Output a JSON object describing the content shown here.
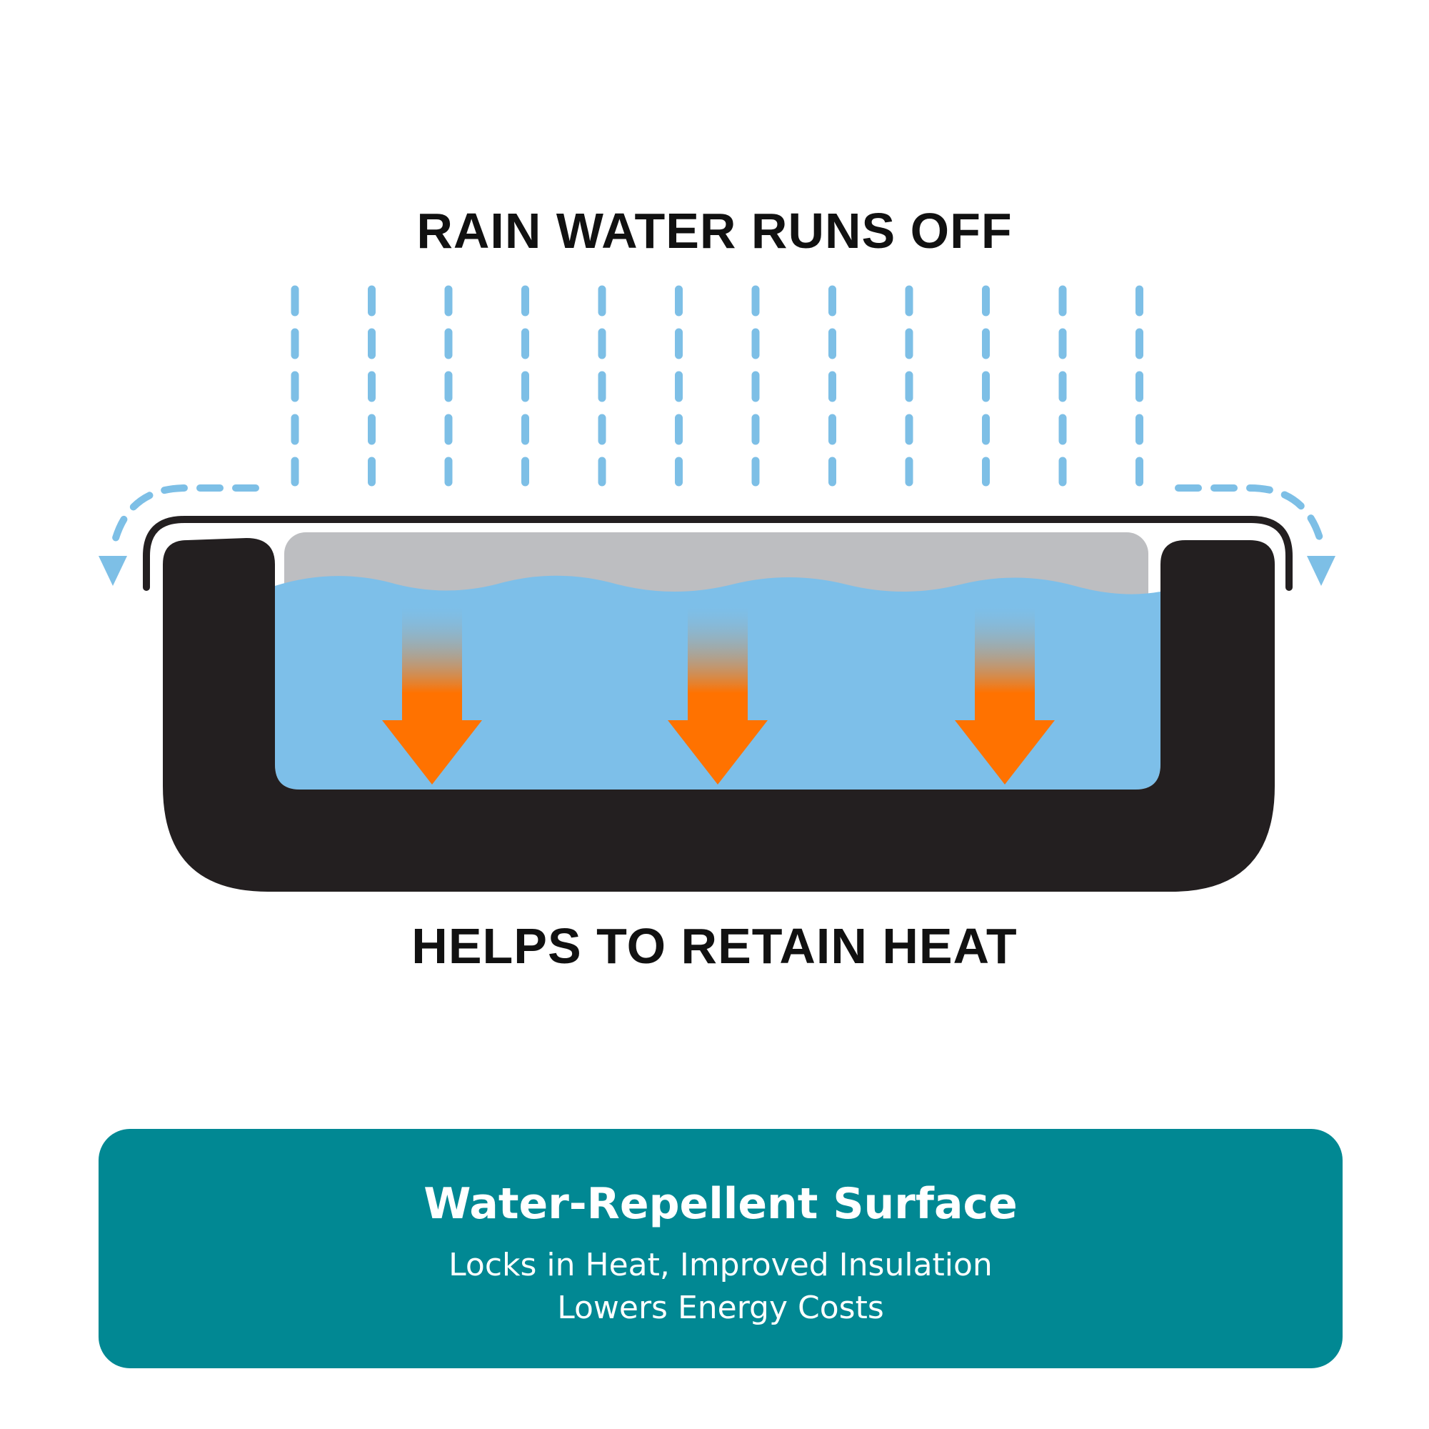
{
  "diagram": {
    "top_label": "RAIN WATER RUNS OFF",
    "bottom_label": "HELPS TO RETAIN HEAT"
  },
  "panel": {
    "title": "Water-Repellent Surface",
    "line1": "Locks in Heat, Improved Insulation",
    "line2": "Lowers Energy Costs"
  },
  "colors": {
    "rain": "#7DBFE6",
    "water": "#7DBFE9",
    "cover": "#BDBEC1",
    "tub": "#231F20",
    "heat_arrow": "#FF7200",
    "panel": "#018893"
  },
  "icons": [
    "rain-drops",
    "runoff-arrow",
    "heat-arrow"
  ]
}
